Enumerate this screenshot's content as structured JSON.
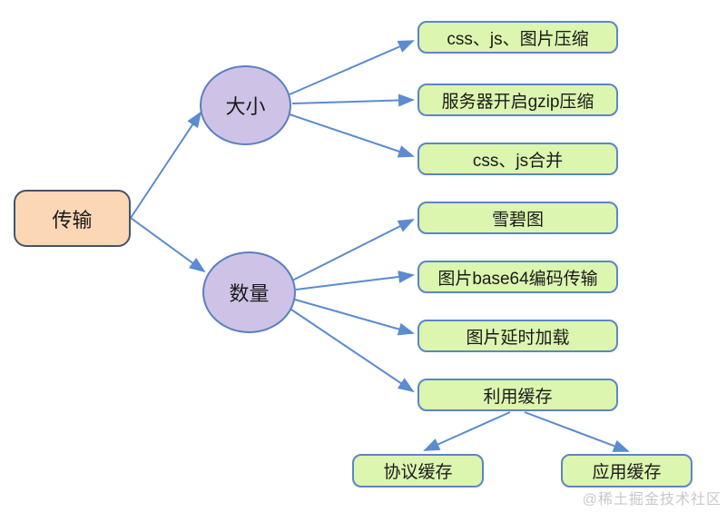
{
  "diagram": {
    "root": {
      "label": "传输"
    },
    "branches": [
      {
        "label": "大小",
        "children": [
          {
            "label": "css、js、图片压缩"
          },
          {
            "label": "服务器开启gzip压缩"
          },
          {
            "label": "css、js合并"
          }
        ]
      },
      {
        "label": "数量",
        "children": [
          {
            "label": "雪碧图"
          },
          {
            "label": "图片base64编码传输"
          },
          {
            "label": "图片延时加载"
          },
          {
            "label": "利用缓存",
            "children": [
              {
                "label": "协议缓存"
              },
              {
                "label": "应用缓存"
              }
            ]
          }
        ]
      }
    ]
  },
  "watermark": "@稀土掘金技术社区",
  "colors": {
    "root_fill": "#FBD7B5",
    "root_border": "#44546A",
    "branch_fill": "#CEC3E6",
    "branch_border": "#5B7FC0",
    "leaf_fill": "#DCF5AF",
    "leaf_border": "#5B85C8",
    "arrow": "#5B8BD0",
    "watermark": "#C8C8C8"
  }
}
